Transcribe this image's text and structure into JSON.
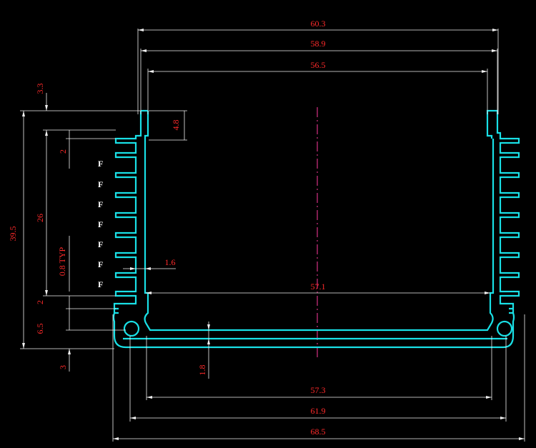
{
  "drawing": {
    "dimensions": {
      "top_overall": "60.3",
      "top_inner": "58.9",
      "top_cavity": "56.5",
      "rail_height": "4.8",
      "fin_gap": "1.6",
      "inner_span": "57.1",
      "bottom_inner": "57.3",
      "bottom_mid": "61.9",
      "bottom_overall": "68.5",
      "base_thickness": "1.8",
      "offset_top": "3.3",
      "overall_height": "39.5",
      "fin_stack": "26",
      "fin_pitch": "0.8 TYP",
      "upper_gap": "2",
      "lower_gap": "2",
      "bottom_block": "6.5",
      "bottom_offset": "3"
    },
    "fin_marks": [
      "F",
      "F",
      "F",
      "F",
      "F",
      "F",
      "F"
    ],
    "colors": {
      "background": "#000000",
      "profile": "#19e0e6",
      "dimension_text": "#ff2a2a",
      "dimension_lines": "#f0f0f0",
      "centerline": "#ff3aa0"
    }
  }
}
